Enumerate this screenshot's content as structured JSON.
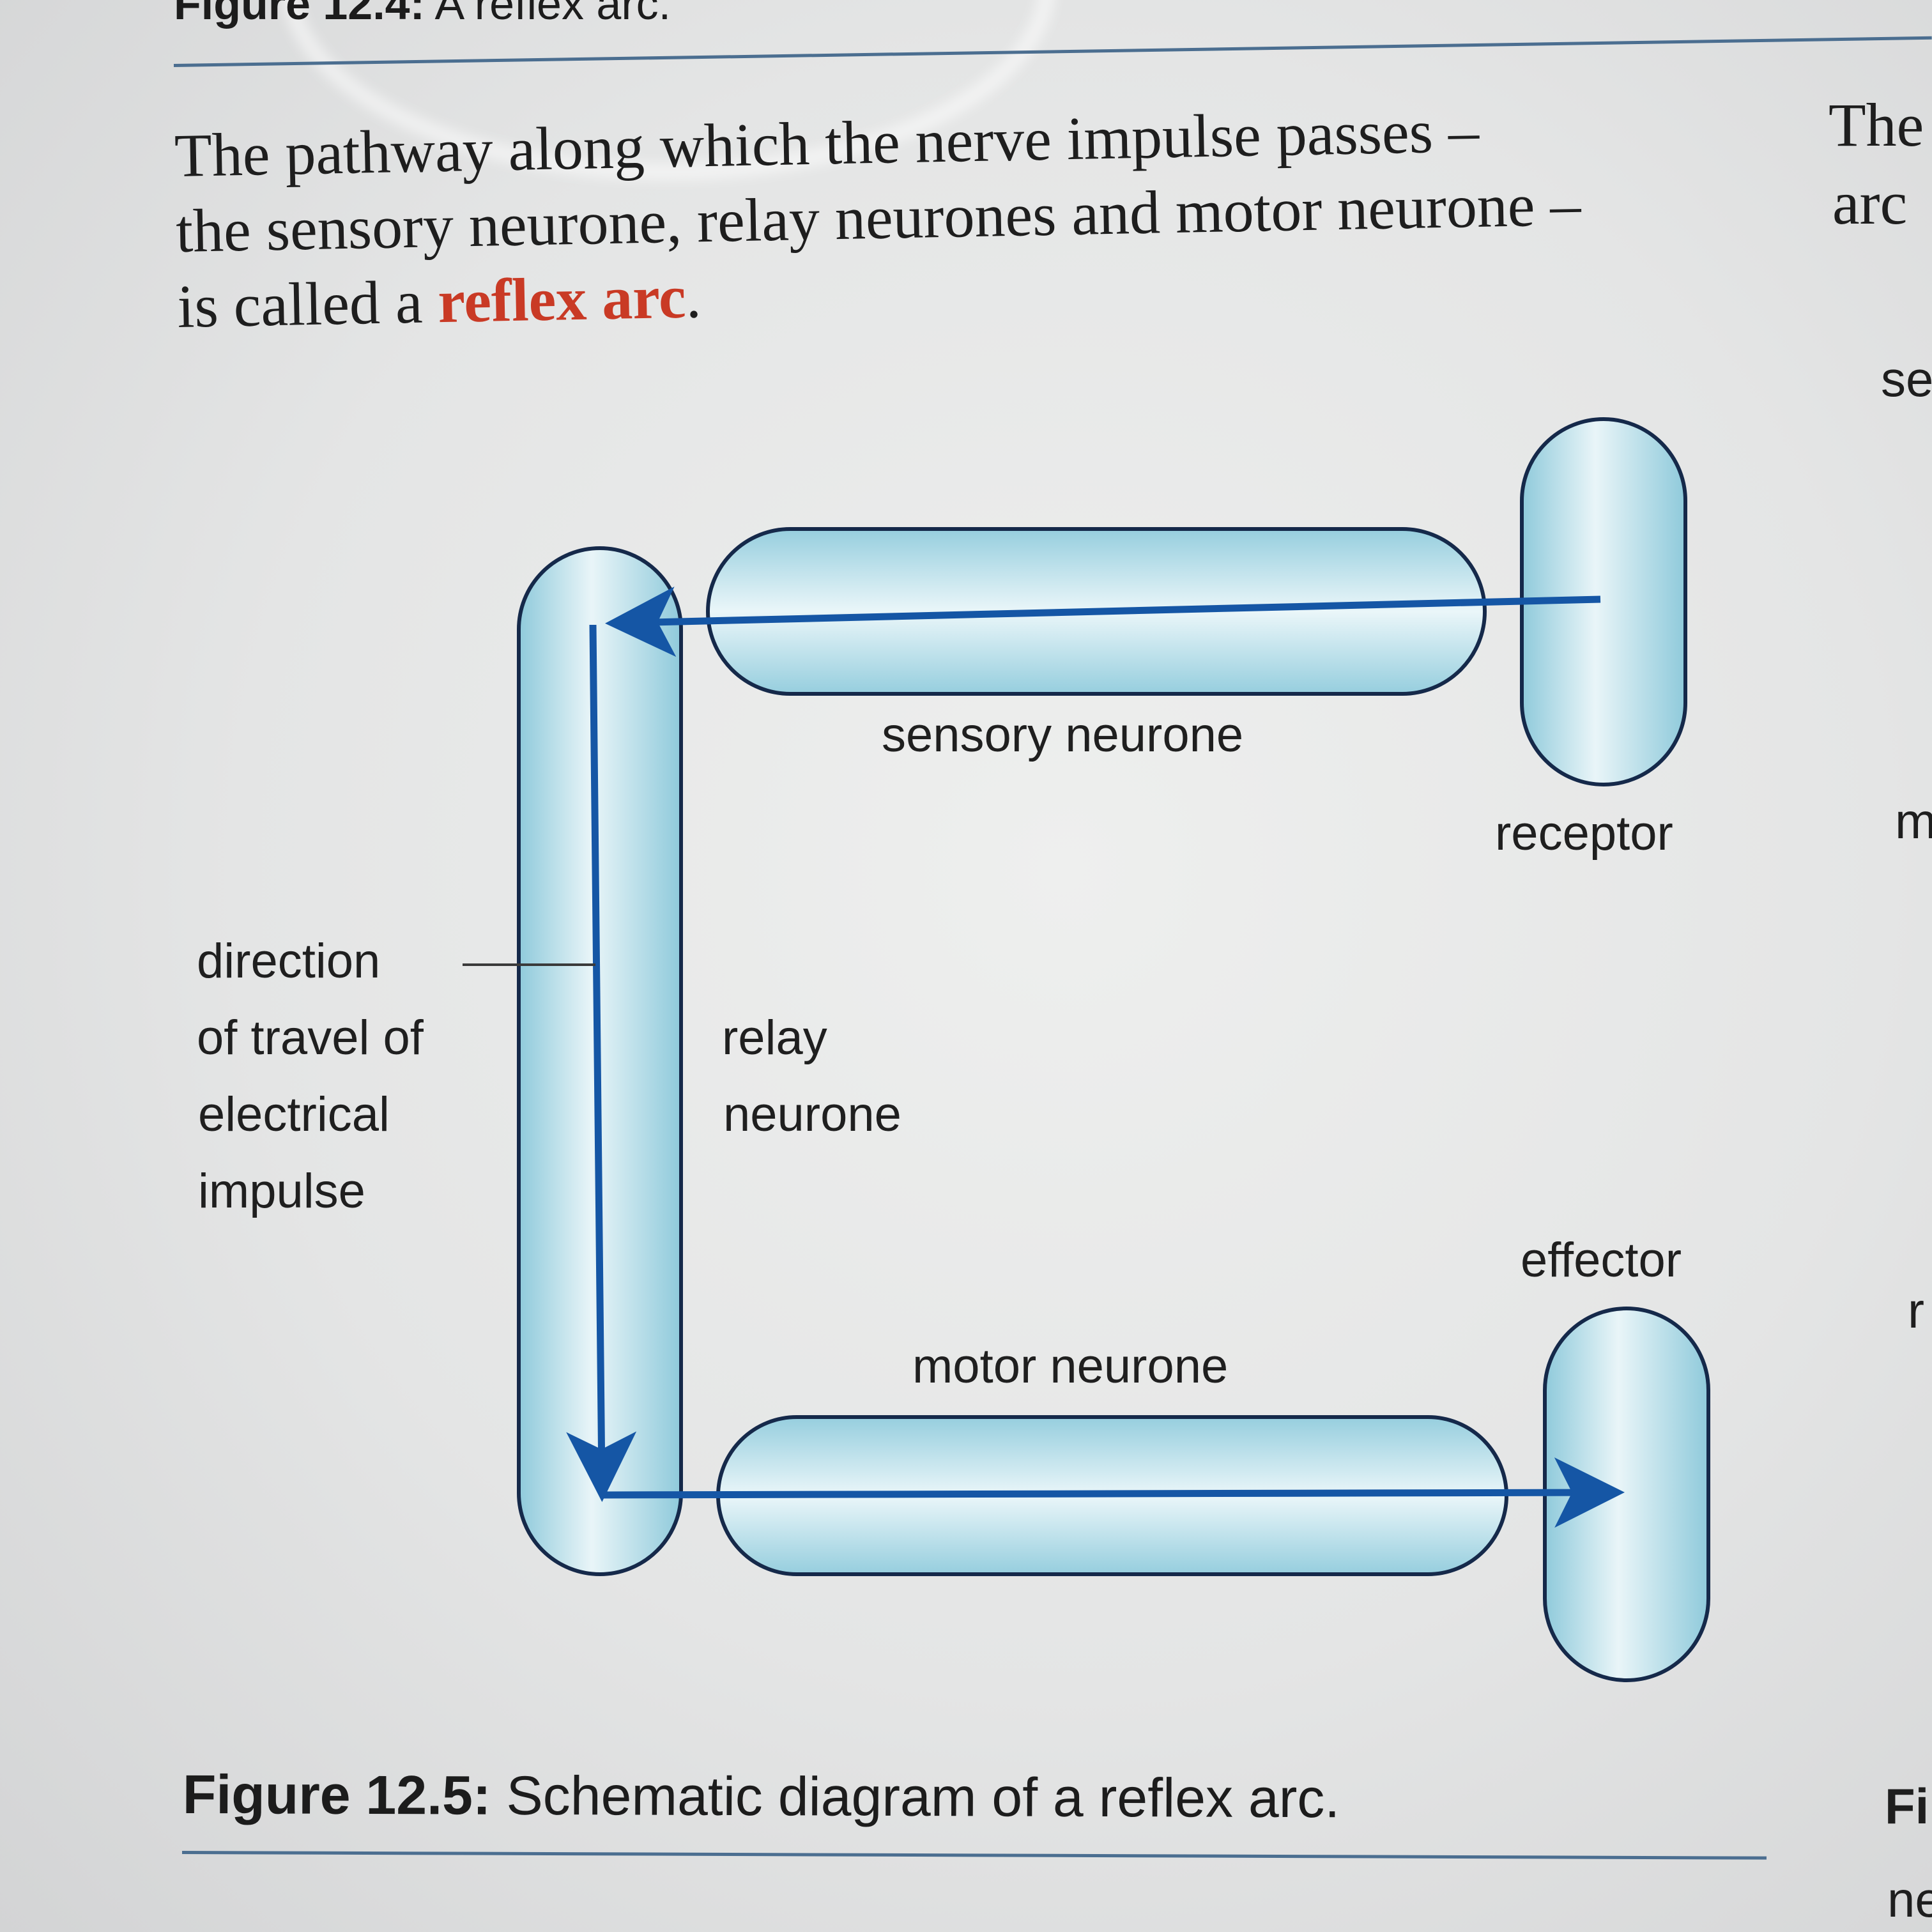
{
  "header": {
    "previous_figure_number": "Figure 12.4:",
    "previous_figure_title": "A reflex arc."
  },
  "body_text": {
    "line_1": "The pathway along which the nerve impulse passes –",
    "line_2": "the sensory neurone, relay neurones and motor neurone –",
    "line_3_prefix": "is called a ",
    "term": "reflex arc",
    "line_3_suffix": "."
  },
  "side_column": {
    "text_1": "The",
    "text_2": "arc",
    "text_3": "se",
    "text_4": "m",
    "text_5": "r",
    "text_6": "Fi",
    "text_7": "ne"
  },
  "diagram": {
    "labels": {
      "sensory_neurone": "sensory neurone",
      "receptor": "receptor",
      "relay_neurone_line1": "relay",
      "relay_neurone_line2": "neurone",
      "direction_line1": "direction",
      "direction_line2": "of travel of",
      "direction_line3": "electrical",
      "direction_line4": "impulse",
      "effector": "effector",
      "motor_neurone": "motor neurone"
    },
    "colors": {
      "cell_fill": "#c5e4ee",
      "cell_edge": "#15294a",
      "arrow": "#1556a5"
    }
  },
  "caption": {
    "number": "Figure 12.5:",
    "text": " Schematic diagram of a reflex arc."
  }
}
